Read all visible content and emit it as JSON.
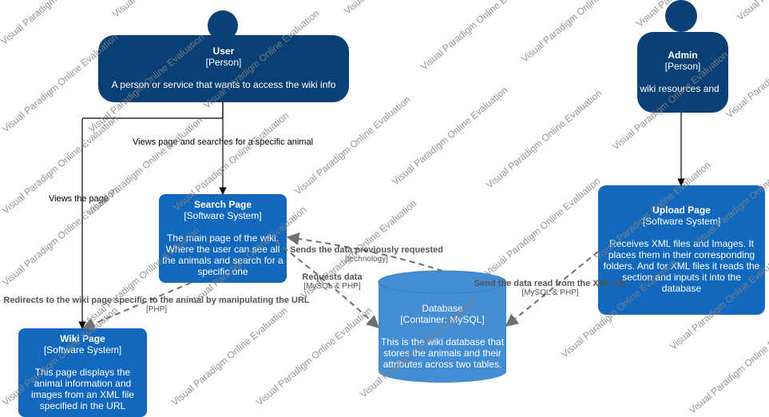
{
  "colors": {
    "person": "#083F75",
    "system": "#1168BD",
    "database": "#438DD5",
    "arrow": "#000000",
    "dashed_arrow": "#707070"
  },
  "watermark": "Visual Paradigm Online Evaluation",
  "nodes": {
    "user": {
      "title": "User",
      "type": "[Person]",
      "desc": "A person or service that wants to access the wiki info"
    },
    "admin": {
      "title": "Admin",
      "type": "[Person]",
      "desc": "s wiki resources and"
    },
    "search_page": {
      "title": "Search Page",
      "type": "[Software System]",
      "desc": "The main page of the wiki. Where the user can see all the animals and search for a specific one"
    },
    "upload_page": {
      "title": "Upload Page",
      "type": "[Software System]",
      "desc": "Receives XML files and Images. It places them in their corresponding folders. And for XML files it reads the section and inputs it into the database"
    },
    "database": {
      "title": "Database",
      "type": "[Container: MySQL]",
      "desc": "This is the wiki database that stores the animals and their attributes across two tables."
    },
    "wiki_page": {
      "title": "Wiki Page",
      "type": "[Software System]",
      "desc": "This page displays the animal information and images from an XML file specified in the URL"
    }
  },
  "edges": {
    "views_search": {
      "label": "Views page and searches for a specific animal"
    },
    "views_page": {
      "label": "Views the page"
    },
    "redirects": {
      "label": "Redirects to the wiki page specific to the animal by manipulating the URL",
      "tech": "[PHP]"
    },
    "sends_back": {
      "label": "Sends the data previously requested",
      "tech": "[technology]"
    },
    "requests": {
      "label": "Requests data",
      "tech": "[MySQL & PHP]"
    },
    "send_read": {
      "label": "Send the data read from the XML file",
      "tech": "[MySQL & PHP]"
    }
  }
}
